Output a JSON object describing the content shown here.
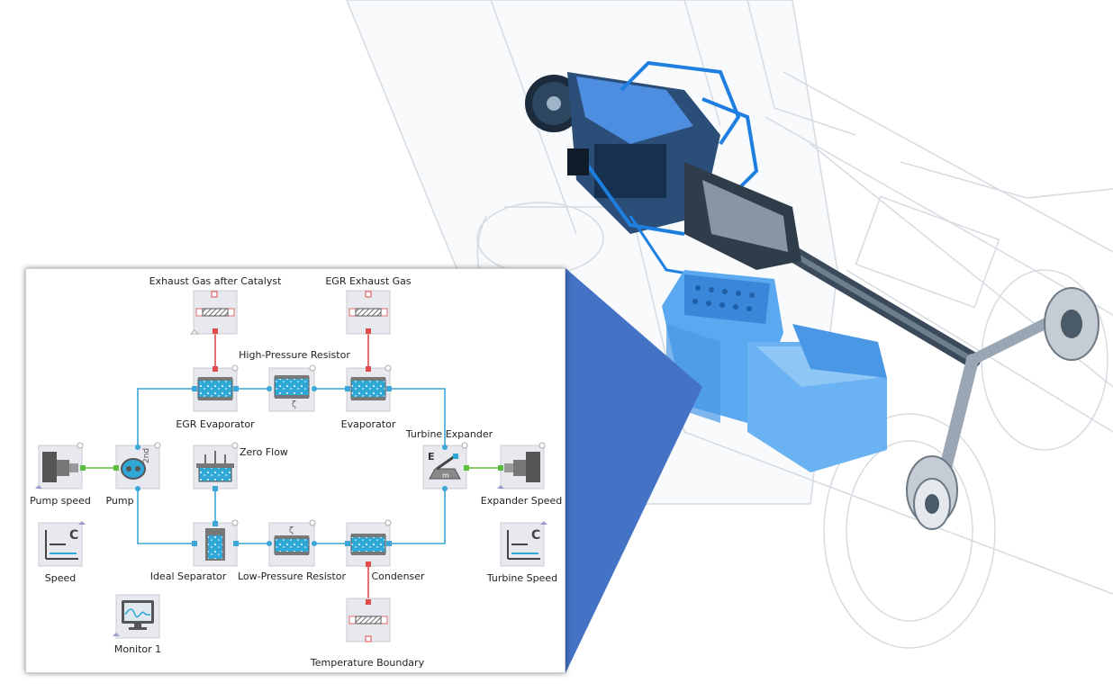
{
  "diagram": {
    "labels": {
      "exhaust_gas_after_catalyst": "Exhaust Gas after Catalyst",
      "egr_exhaust_gas": "EGR Exhaust Gas",
      "high_pressure_resistor": "High-Pressure Resistor",
      "egr_evaporator": "EGR Evaporator",
      "evaporator": "Evaporator",
      "turbine_expander": "Turbine Expander",
      "zero_flow": "Zero Flow",
      "pump_speed": "Pump speed",
      "pump": "Pump",
      "expander_speed": "Expander Speed",
      "speed": "Speed",
      "turbine_speed": "Turbine Speed",
      "ideal_separator": "Ideal Separator",
      "low_pressure_resistor": "Low-Pressure Resistor",
      "condenser": "Condenser",
      "monitor_1": "Monitor 1",
      "temperature_boundary": "Temperature Boundary"
    },
    "colors": {
      "fluid_line": "#3aa7d6",
      "thermal_line": "#e04b4b",
      "mechanical_line": "#5bbd3b",
      "accent_wedge": "#4472c4",
      "truck_blue": "#1f7fe0"
    }
  }
}
